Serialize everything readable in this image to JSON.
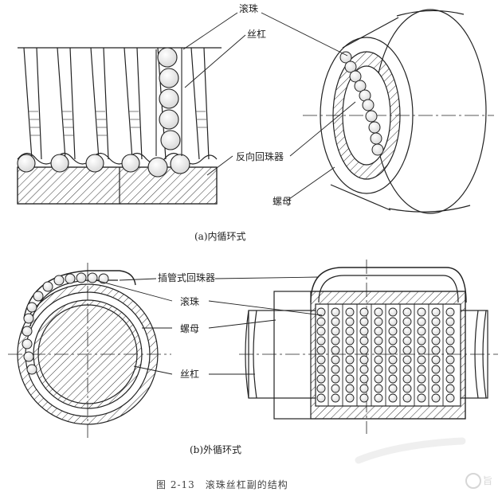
{
  "labels": {
    "ball": "滚珠",
    "screw": "丝杠",
    "deflector": "反向回珠器",
    "nut": "螺母",
    "tube_deflector": "插管式回珠器",
    "ball_b": "滚珠",
    "nut_b": "螺母",
    "screw_b": "丝杠"
  },
  "captions": {
    "internal": "(a)内循环式",
    "external": "(b)外循环式",
    "figure": "图 2-13　滚珠丝杠副的结构"
  },
  "watermark": {
    "text": "旨"
  }
}
